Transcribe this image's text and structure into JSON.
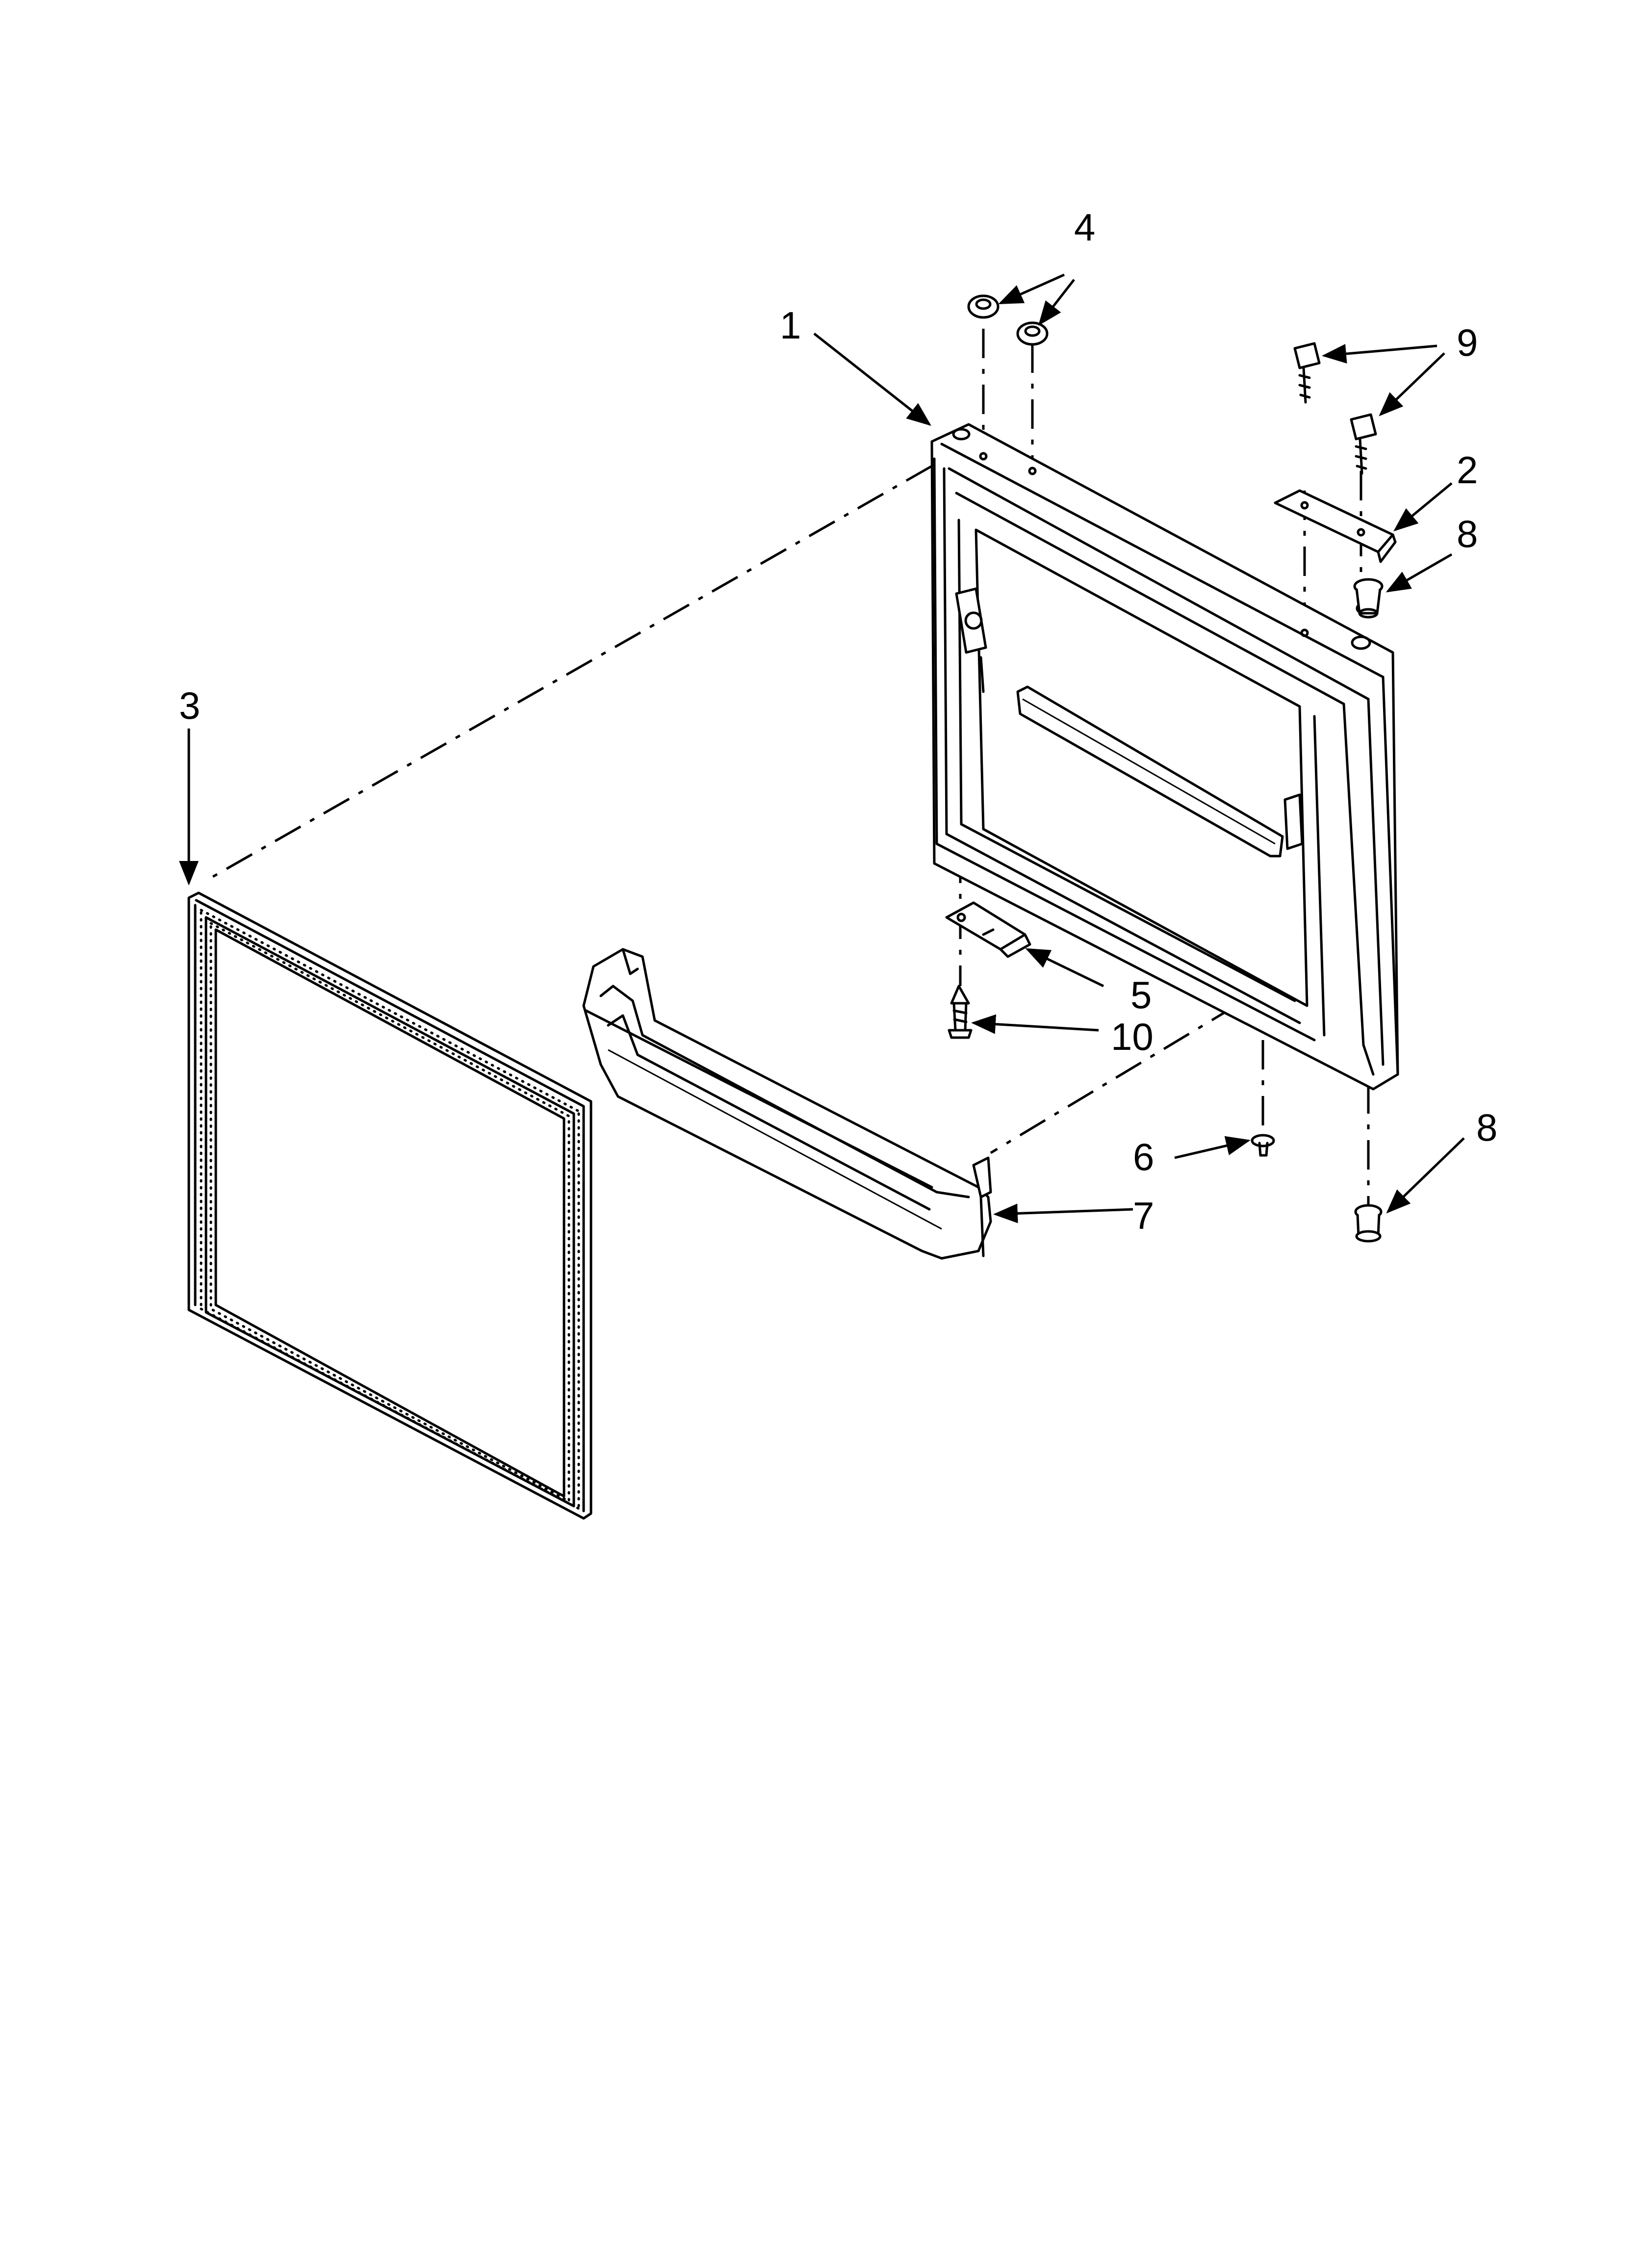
{
  "callouts": {
    "c1": "1",
    "c2": "2",
    "c3": "3",
    "c4": "4",
    "c5": "5",
    "c6": "6",
    "c7": "7",
    "c8a": "8",
    "c8b": "8",
    "c9": "9",
    "c10": "10"
  }
}
